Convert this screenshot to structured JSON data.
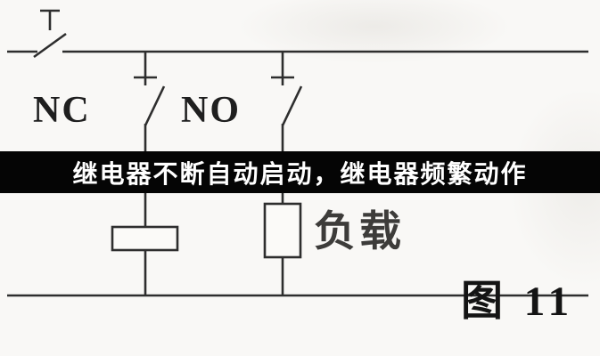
{
  "banner": {
    "text": "继电器不断自动启动，继电器频繁动作"
  },
  "diagram": {
    "label_nc": "NC",
    "label_no": "NO",
    "label_load": "负载",
    "figure_caption": "图 11"
  },
  "colors": {
    "background": "#f9f8f6",
    "line": "#2e2e2e",
    "banner_bg": "#050505",
    "banner_text": "#ffffff"
  }
}
